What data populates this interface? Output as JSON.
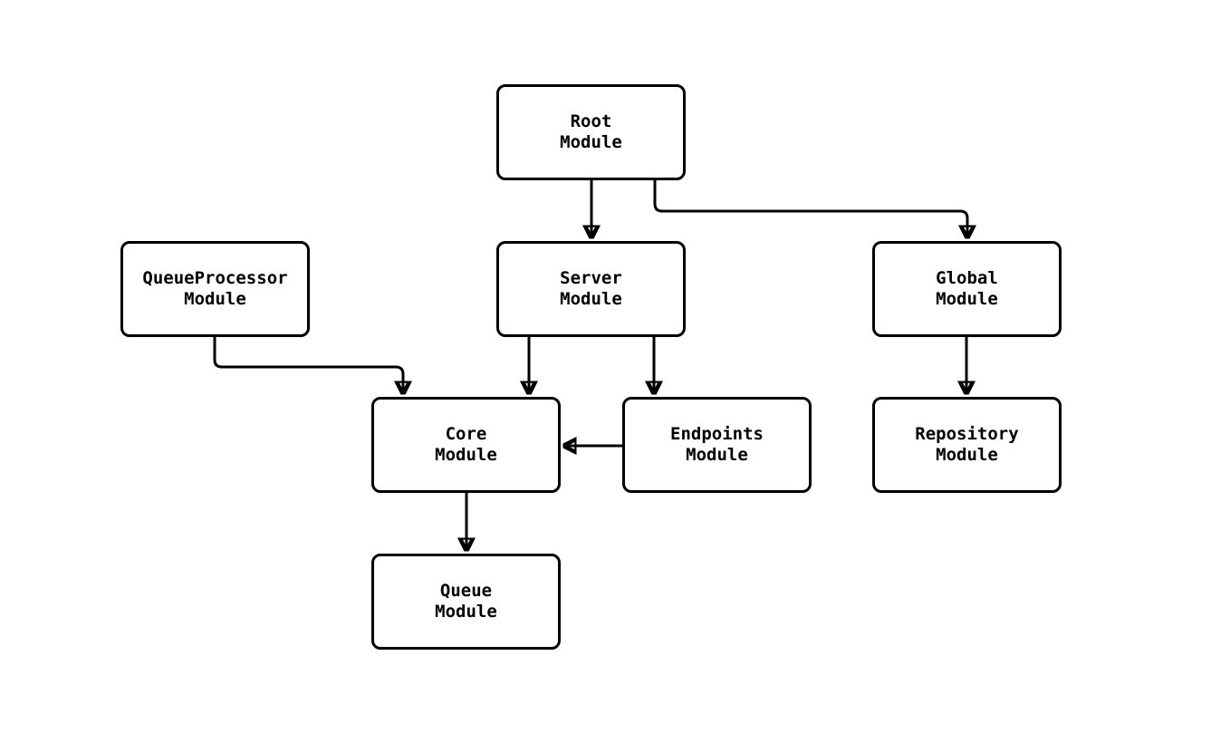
{
  "diagram": {
    "type": "flowchart",
    "colors": {
      "background": "#ffffff",
      "node_fill": "#ffffff",
      "node_border": "#000000",
      "edge_stroke": "#000000",
      "text": "#000000"
    },
    "nodes": [
      {
        "id": "root",
        "line1": "Root",
        "line2": "Module"
      },
      {
        "id": "queueprocessor",
        "line1": "QueueProcessor",
        "line2": "Module"
      },
      {
        "id": "server",
        "line1": "Server",
        "line2": "Module"
      },
      {
        "id": "global",
        "line1": "Global",
        "line2": "Module"
      },
      {
        "id": "core",
        "line1": "Core",
        "line2": "Module"
      },
      {
        "id": "endpoints",
        "line1": "Endpoints",
        "line2": "Module"
      },
      {
        "id": "repository",
        "line1": "Repository",
        "line2": "Module"
      },
      {
        "id": "queue",
        "line1": "Queue",
        "line2": "Module"
      }
    ],
    "edges": [
      {
        "from": "Root Module",
        "to": "Server Module"
      },
      {
        "from": "Root Module",
        "to": "Global Module"
      },
      {
        "from": "QueueProcessor Module",
        "to": "Core Module"
      },
      {
        "from": "Server Module",
        "to": "Core Module"
      },
      {
        "from": "Server Module",
        "to": "Endpoints Module"
      },
      {
        "from": "Endpoints Module",
        "to": "Core Module"
      },
      {
        "from": "Global Module",
        "to": "Repository Module"
      },
      {
        "from": "Core Module",
        "to": "Queue Module"
      }
    ]
  }
}
